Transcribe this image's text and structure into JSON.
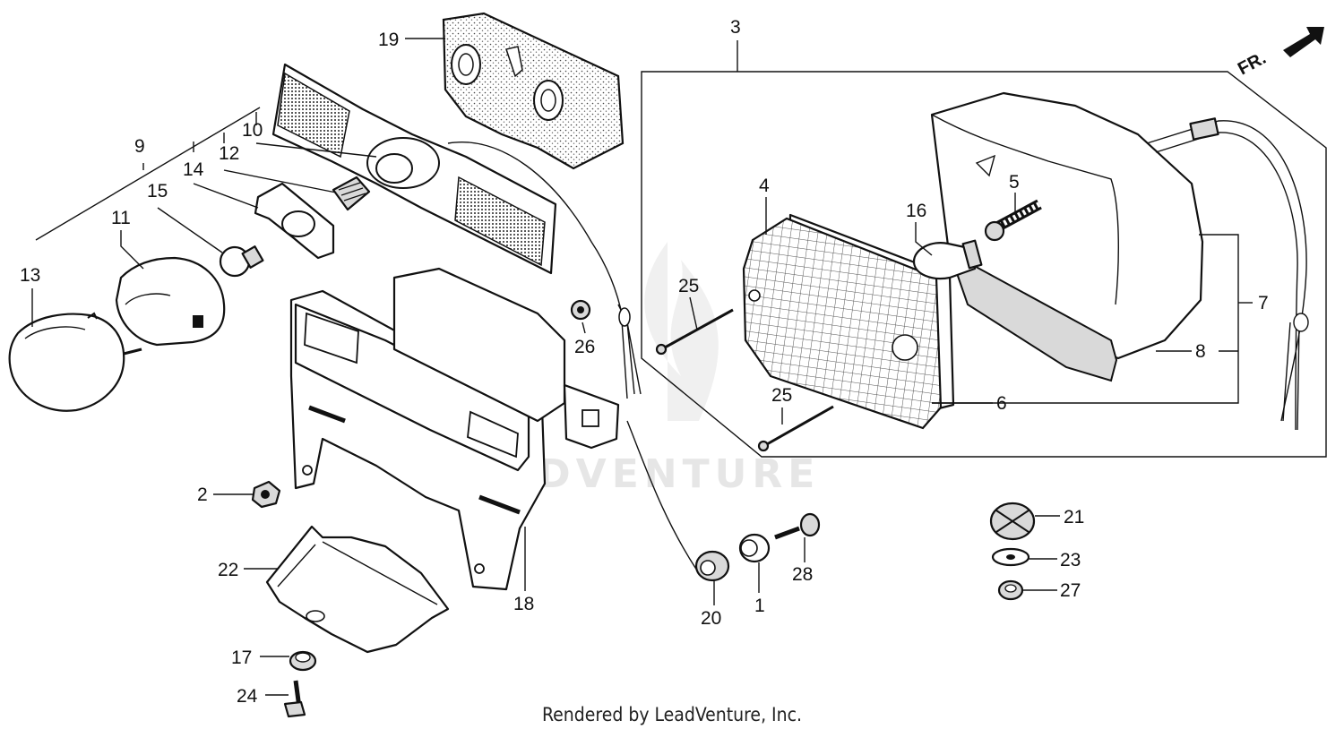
{
  "footer": "Rendered by LeadVenture, Inc.",
  "watermark": "LEADVENTURE",
  "direction_label": "FR.",
  "callouts": {
    "c1": "1",
    "c2": "2",
    "c3": "3",
    "c4": "4",
    "c5": "5",
    "c6": "6",
    "c7": "7",
    "c8": "8",
    "c9": "9",
    "c10": "10",
    "c11": "11",
    "c12": "12",
    "c13": "13",
    "c14": "14",
    "c15": "15",
    "c16": "16",
    "c17": "17",
    "c18": "18",
    "c19": "19",
    "c20": "20",
    "c21": "21",
    "c22": "22",
    "c23": "23",
    "c24": "24",
    "c25a": "25",
    "c25b": "25",
    "c26": "26",
    "c27": "27",
    "c28": "28"
  }
}
